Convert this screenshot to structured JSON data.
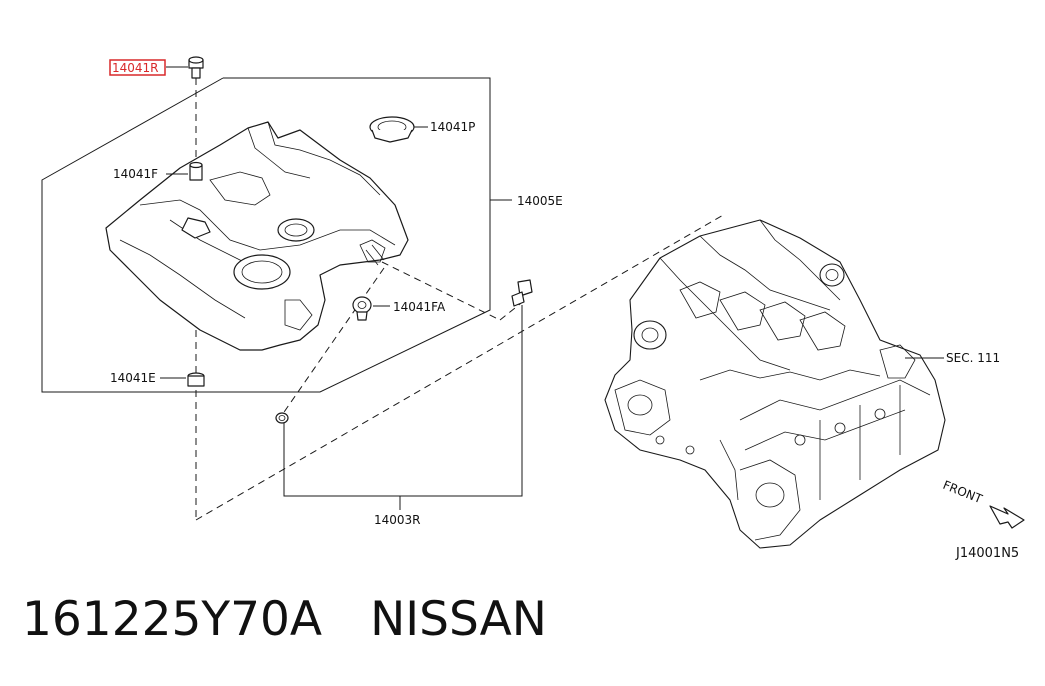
{
  "labels": {
    "highlighted": "14041R",
    "l_14041F": "14041F",
    "l_14041P": "14041P",
    "l_14005E": "14005E",
    "l_14041FA": "14041FA",
    "l_14041E": "14041E",
    "l_14003R": "14003R",
    "l_sec": "SEC. 111",
    "l_front": "FRONT",
    "l_code": "J14001N5"
  },
  "caption": {
    "part_number": "161225Y70A",
    "brand": "NISSAN"
  },
  "colors": {
    "highlight": "#d9292a",
    "ink": "#1a1a1a"
  }
}
